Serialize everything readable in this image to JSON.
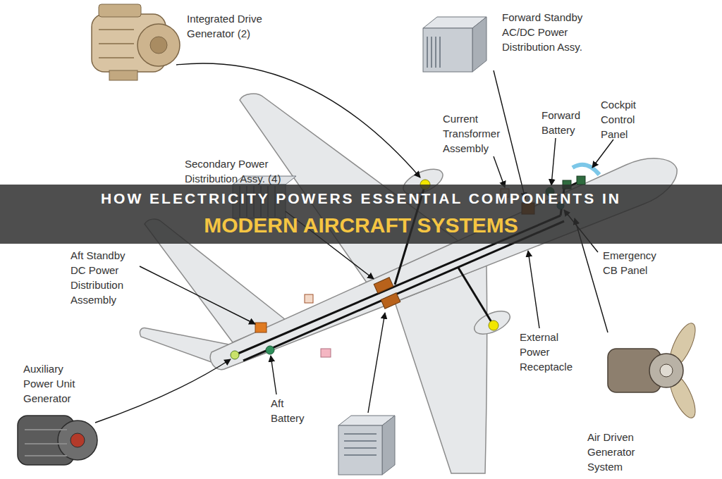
{
  "diagram": {
    "title": "HOW ELECTRICITY POWERS ESSENTIAL COMPONENTS IN",
    "labels": [
      "MODERN AIRCRAFT SYSTEMS",
      "Integrated Drive Generator (2)",
      "Forward Standby AC/DC Power Distribution Assy.",
      "Current Transformer Assembly",
      "Forward Battery",
      "Cockpit Control Panel",
      "Secondary Power Distribution Assy. (4)",
      "Aft Standby DC Power Distribution Assembly",
      "Emergency CB Panel",
      "External Power Receptacle",
      "Auxiliary Power Unit Generator",
      "Aft Battery",
      "Air Driven Generator System"
    ]
  }
}
